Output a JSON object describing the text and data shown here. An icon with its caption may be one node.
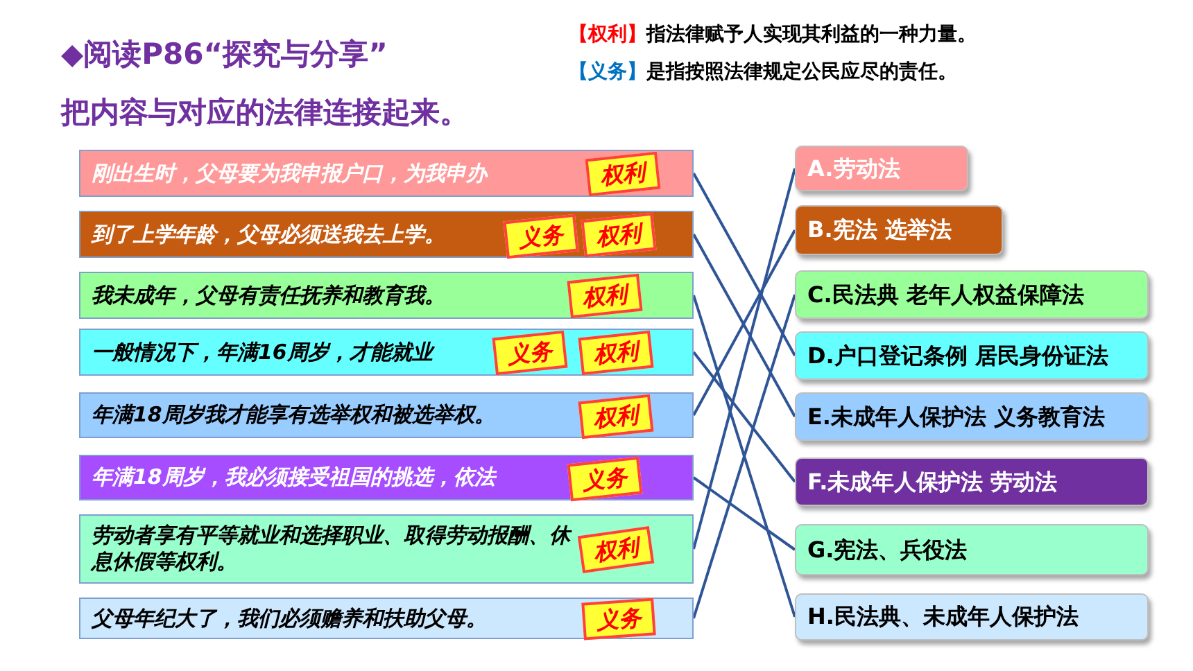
{
  "diagram": {
    "title": "◆阅读P86“探究与分享”",
    "nodes": [
      {
        "text": [
          "刚出生时，父母要为我申报户口，为我申办"
        ]
      },
      {
        "text": [
          "权利"
        ],
        "in": 0
      },
      {
        "text": [
          "到了上学年龄，父母必须送我去上学。"
        ]
      },
      {
        "text": [
          "义务"
        ],
        "in": 2
      },
      {
        "text": [
          "权利"
        ],
        "in": 2
      },
      {
        "text": [
          "我未成年，父母有责任抚养和教育我。"
        ]
      },
      {
        "text": [
          "权利"
        ],
        "in": 5
      },
      {
        "text": [
          "一般情况下，年满16周岁，才能就业"
        ]
      },
      {
        "text": [
          "义务"
        ],
        "in": 7
      },
      {
        "text": [
          "权利"
        ],
        "in": 7
      },
      {
        "text": [
          "年满18周岁我才能享有选举权和被选举权。"
        ]
      },
      {
        "text": [
          "权利"
        ],
        "in": 10
      },
      {
        "text": [
          "年满18周岁，我必须接受祖国的挑选，依法"
        ]
      },
      {
        "text": [
          "义务"
        ],
        "in": 12
      },
      {
        "text": [
          "劳动者享有平等就业和选择职业、取得劳动报酬、休息休假等权利。"
        ]
      },
      {
        "text": [
          "权利"
        ],
        "in": 14
      },
      {
        "text": [
          "父母年纪大了，我们必须赡养和扶助父母。"
        ]
      },
      {
        "text": [
          "义务"
        ],
        "in": 16
      },
      {
        "text": [
          "A.劳动法"
        ]
      },
      {
        "text": [
          "B.宪法 选举法"
        ]
      },
      {
        "text": [
          "C.民法典 老年人权益保障法"
        ]
      },
      {
        "text": [
          "D.户口登记条例 居民身份证法"
        ]
      },
      {
        "text": [
          "E.未成年人保护法 义务教育法"
        ]
      },
      {
        "text": [
          "F.未成年人保护法 劳动法"
        ]
      },
      {
        "text": [
          "G.宪法、兵役法"
        ]
      },
      {
        "text": [
          "H.民法典、未成年人保护法"
        ]
      }
    ],
    "edges": [
      {
        "from": 0,
        "to": 21,
        "arrow": "none"
      },
      {
        "from": 2,
        "to": 22,
        "arrow": "none"
      },
      {
        "from": 5,
        "to": 25,
        "arrow": "none"
      },
      {
        "from": 7,
        "to": 23,
        "arrow": "none"
      },
      {
        "from": 10,
        "to": 19,
        "arrow": "none"
      },
      {
        "from": 12,
        "to": 24,
        "arrow": "none"
      },
      {
        "from": 14,
        "to": 18,
        "arrow": "none"
      },
      {
        "from": 16,
        "to": 20,
        "arrow": "none"
      }
    ],
    "labels": [
      "把内容与对应的法律连接起来。",
      "【权利】",
      "指法律赋予人实现其利益的一种力量。",
      "【义务】",
      "是指按照法律规定公民应尽的责任。"
    ]
  }
}
